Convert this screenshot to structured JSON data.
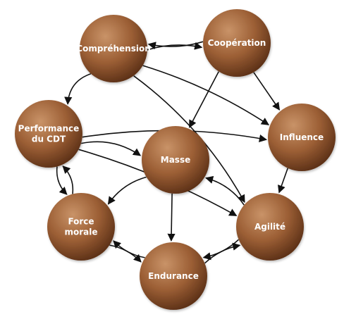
{
  "diagram": {
    "nodes": [
      {
        "id": "comprehension",
        "label": [
          "Compréhension"
        ]
      },
      {
        "id": "cooperation",
        "label": [
          "Coopération"
        ]
      },
      {
        "id": "performance",
        "label": [
          "Performance",
          "du CDT"
        ]
      },
      {
        "id": "masse",
        "label": [
          "Masse"
        ]
      },
      {
        "id": "influence",
        "label": [
          "Influence"
        ]
      },
      {
        "id": "force",
        "label": [
          "Force",
          "morale"
        ]
      },
      {
        "id": "agilite",
        "label": [
          "Agilité"
        ]
      },
      {
        "id": "endurance",
        "label": [
          "Endurance"
        ]
      }
    ],
    "edges": [
      {
        "from": "comprehension",
        "to": "cooperation"
      },
      {
        "from": "cooperation",
        "to": "comprehension"
      },
      {
        "from": "comprehension",
        "to": "performance"
      },
      {
        "from": "comprehension",
        "to": "influence"
      },
      {
        "from": "comprehension",
        "to": "agilite"
      },
      {
        "from": "cooperation",
        "to": "influence"
      },
      {
        "from": "cooperation",
        "to": "masse"
      },
      {
        "from": "performance",
        "to": "masse"
      },
      {
        "from": "performance",
        "to": "influence"
      },
      {
        "from": "performance",
        "to": "agilite"
      },
      {
        "from": "performance",
        "to": "force"
      },
      {
        "from": "force",
        "to": "performance"
      },
      {
        "from": "masse",
        "to": "force"
      },
      {
        "from": "masse",
        "to": "endurance"
      },
      {
        "from": "influence",
        "to": "agilite"
      },
      {
        "from": "agilite",
        "to": "masse"
      },
      {
        "from": "agilite",
        "to": "endurance"
      },
      {
        "from": "endurance",
        "to": "agilite"
      },
      {
        "from": "force",
        "to": "endurance"
      },
      {
        "from": "endurance",
        "to": "force"
      }
    ],
    "colors": {
      "node_light": "#c99368",
      "node_mid": "#9c5f35",
      "node_dark": "#5e3218",
      "edge": "#111111",
      "label": "#ffffff"
    }
  }
}
